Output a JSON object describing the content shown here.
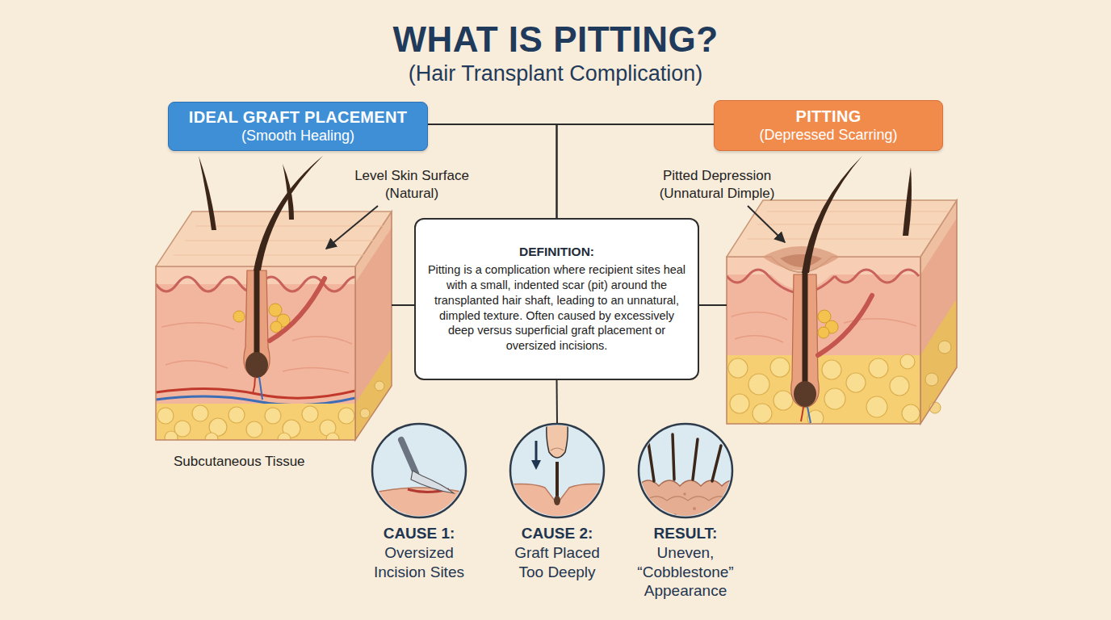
{
  "diagram": {
    "title": "WHAT IS PITTING?",
    "nodes": [
      {
        "text": [
          "IDEAL GRAFT PLACEMENT",
          "(Smooth Healing)"
        ]
      },
      {
        "text": [
          "PITTING",
          "(Depressed Scarring)"
        ]
      },
      {
        "text": [
          "DEFINITION:",
          "Pitting is a complication where recipient sites heal with a small, indented scar (pit) around the transplanted hair shaft, leading to an unnatural, dimpled texture. Often caused by excessively deep versus superficial graft placement or oversized incisions."
        ]
      },
      {
        "text": [
          "CAUSE 1:",
          "Oversized Incision Sites"
        ]
      },
      {
        "text": [
          "CAUSE 2:",
          "Graft Placed Too Deeply"
        ]
      },
      {
        "text": [
          "RESULT:",
          "Uneven, “Cobblestone” Appearance"
        ]
      }
    ],
    "edges": [
      {
        "from": 0,
        "to": 2,
        "arrow": "none"
      },
      {
        "from": 1,
        "to": 2,
        "arrow": "none"
      },
      {
        "from": 2,
        "to": 4,
        "arrow": "none"
      }
    ],
    "labels": [
      "(Hair Transplant Complication)",
      "Level Skin Surface (Natural)",
      "Subcutaneous Tissue",
      "Pitted Depression (Unnatural Dimple)"
    ]
  }
}
